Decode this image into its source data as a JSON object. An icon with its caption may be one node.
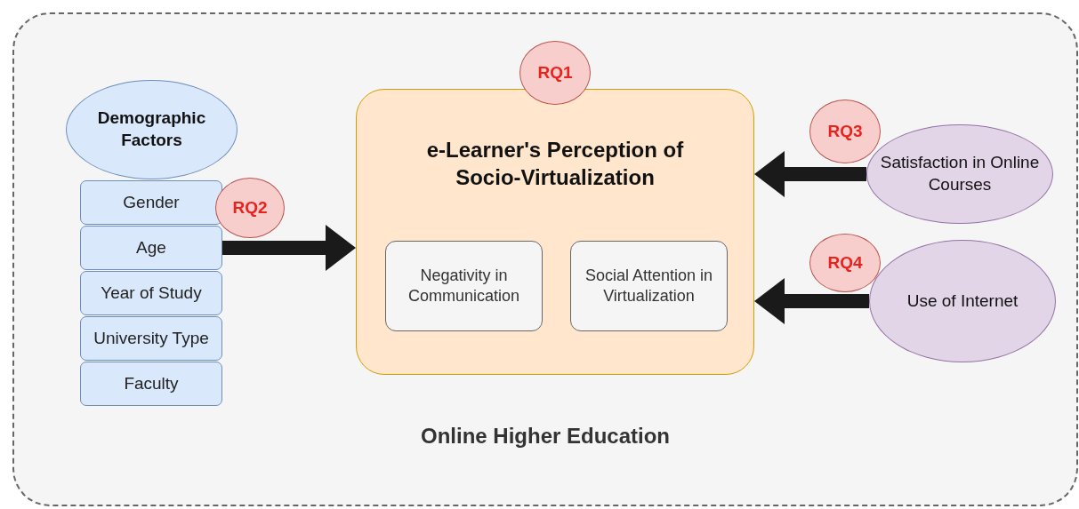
{
  "diagram": {
    "nodes": [
      {
        "text": [
          "Online Higher Education"
        ]
      },
      {
        "text": [
          "Demographic Factors"
        ],
        "in": 0
      },
      {
        "text": [
          "Gender"
        ],
        "in": 0
      },
      {
        "text": [
          "Age"
        ],
        "in": 0
      },
      {
        "text": [
          "Year of Study"
        ],
        "in": 0
      },
      {
        "text": [
          "University Type"
        ],
        "in": 0
      },
      {
        "text": [
          "Faculty"
        ],
        "in": 0
      },
      {
        "text": [
          "RQ2"
        ],
        "in": 0
      },
      {
        "text": [
          "e-Learner's Perception of Socio-Virtualization"
        ],
        "in": 0
      },
      {
        "text": [
          "RQ1"
        ],
        "in": 0
      },
      {
        "text": [
          "Negativity in Communication"
        ],
        "in": 8
      },
      {
        "text": [
          "Social Attention in Virtualization"
        ],
        "in": 8
      },
      {
        "text": [
          "Satisfaction in Online Courses"
        ],
        "in": 0
      },
      {
        "text": [
          "RQ3"
        ],
        "in": 0
      },
      {
        "text": [
          "Use of Internet"
        ],
        "in": 0
      },
      {
        "text": [
          "RQ4"
        ],
        "in": 0
      }
    ],
    "edges": [
      {
        "from": 3,
        "to": 8,
        "arrow": "to"
      },
      {
        "from": 12,
        "to": 8,
        "arrow": "to"
      },
      {
        "from": 14,
        "to": 8,
        "arrow": "to"
      }
    ]
  }
}
